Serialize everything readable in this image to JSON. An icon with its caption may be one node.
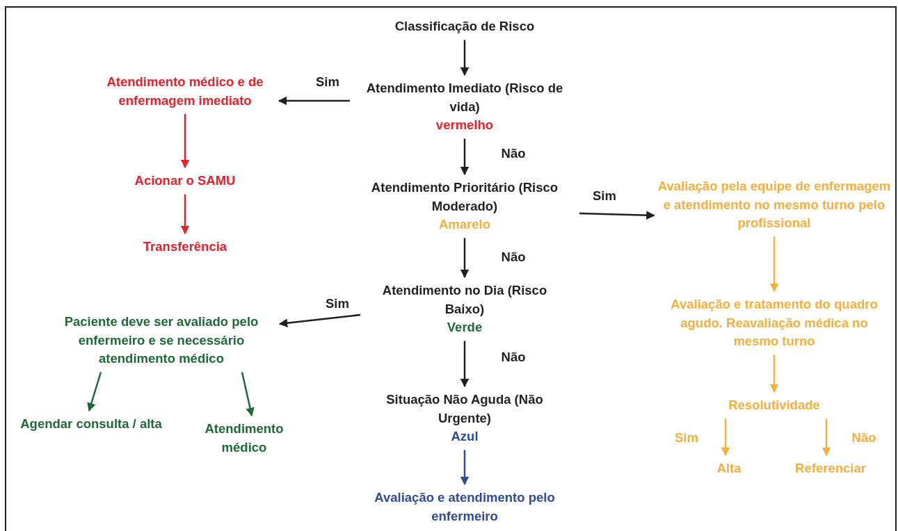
{
  "diagram": {
    "nodes": [
      {
        "text": [
          "Classificação de Risco"
        ]
      },
      {
        "text": [
          "Atendimento Imediato (Risco de vida)",
          "vermelho"
        ]
      },
      {
        "text": [
          "Atendimento médico e de enfermagem imediato"
        ]
      },
      {
        "text": [
          "Acionar o SAMU"
        ]
      },
      {
        "text": [
          "Transferência"
        ]
      },
      {
        "text": [
          "Atendimento Prioritário (Risco Moderado)",
          "Amarelo"
        ]
      },
      {
        "text": [
          "Avaliação pela equipe de enfermagem e atendimento no mesmo turno pelo profissional"
        ]
      },
      {
        "text": [
          "Avaliação e tratamento do quadro agudo. Reavaliação médica no mesmo turno"
        ]
      },
      {
        "text": [
          "Resolutividade"
        ]
      },
      {
        "text": [
          "Alta"
        ]
      },
      {
        "text": [
          "Referenciar"
        ]
      },
      {
        "text": [
          "Atendimento no Dia (Risco Baixo)",
          "Verde"
        ]
      },
      {
        "text": [
          "Paciente deve ser avaliado pelo enfermeiro e se necessário atendimento médico"
        ]
      },
      {
        "text": [
          "Agendar consulta / alta"
        ]
      },
      {
        "text": [
          "Atendimento médico"
        ]
      },
      {
        "text": [
          "Situação Não Aguda (Não Urgente)",
          "Azul"
        ]
      },
      {
        "text": [
          "Avaliação e atendimento pelo enfermeiro"
        ]
      }
    ],
    "edges": [
      {
        "from": 0,
        "to": 1,
        "arrow": "to"
      },
      {
        "from": 1,
        "to": 2,
        "arrow": "to",
        "label": "Sim"
      },
      {
        "from": 1,
        "to": 5,
        "arrow": "to",
        "label": "Não"
      },
      {
        "from": 2,
        "to": 3,
        "arrow": "to",
        "color": "#e8212b"
      },
      {
        "from": 3,
        "to": 4,
        "arrow": "to",
        "color": "#e8212b"
      },
      {
        "from": 5,
        "to": 6,
        "arrow": "to",
        "label": "Sim"
      },
      {
        "from": 5,
        "to": 11,
        "arrow": "to",
        "label": "Não"
      },
      {
        "from": 6,
        "to": 7,
        "arrow": "to",
        "color": "#f8ae3c"
      },
      {
        "from": 7,
        "to": 8,
        "arrow": "to",
        "color": "#f8ae3c"
      },
      {
        "from": 8,
        "to": 9,
        "arrow": "to",
        "color": "#f8ae3c",
        "label": "Sim"
      },
      {
        "from": 8,
        "to": 10,
        "arrow": "to",
        "color": "#f8ae3c",
        "label": "Não"
      },
      {
        "from": 11,
        "to": 12,
        "arrow": "to",
        "label": "Sim"
      },
      {
        "from": 11,
        "to": 15,
        "arrow": "to",
        "label": "Não"
      },
      {
        "from": 12,
        "to": 13,
        "arrow": "to",
        "color": "#1e6b36"
      },
      {
        "from": 12,
        "to": 14,
        "arrow": "to",
        "color": "#1e6b36"
      },
      {
        "from": 15,
        "to": 16,
        "arrow": "to",
        "color": "#2f4b9c"
      }
    ]
  }
}
